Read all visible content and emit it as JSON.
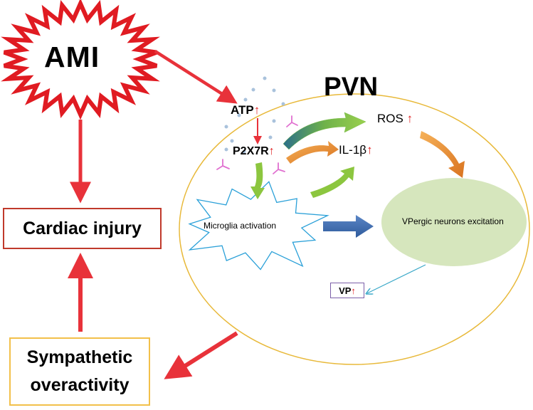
{
  "nodes": {
    "ami": "AMI",
    "pvn": "PVN",
    "atp": "ATP",
    "p2x7r": "P2X7R",
    "ros": "ROS",
    "il1b": "IL-1β",
    "microglia": "Microglia activation",
    "vpergic": "VPergic neurons excitation",
    "vp": "VP",
    "cardiac_injury": "Cardiac injury",
    "sympathetic_line1": "Sympathetic",
    "sympathetic_line2": "overactivity"
  },
  "increase_symbol": "↑",
  "colors": {
    "red_arrow": "#e8323a",
    "starburst_fill": "#ffffff",
    "starburst_stroke": "#e01b22",
    "ellipse_stroke": "#e8b93a",
    "green_arrow": "#8cc63f",
    "orange_arrow": "#e88b2e",
    "blue_arrow": "#3e6fb5",
    "neuron_fill": "#d6e6bd",
    "microglia_stroke": "#2aa0d8",
    "receptor": "#e070d0",
    "dots": "#a9c2dc",
    "cardiac_box": "#c0392b",
    "sympathetic_box": "#f2c04a",
    "vp_box": "#7b5fa8",
    "thin_arrow": "#3aa8c8"
  }
}
